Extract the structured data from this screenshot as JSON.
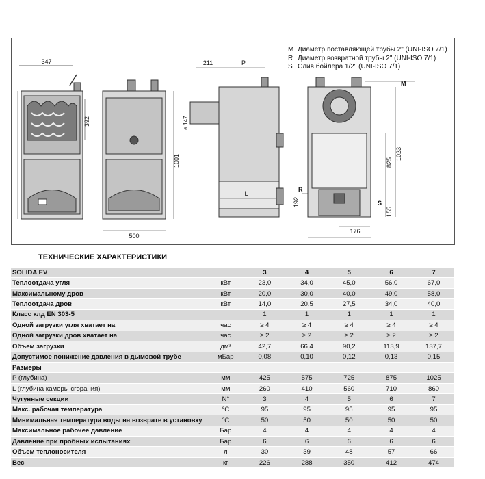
{
  "legend": [
    {
      "key": "M",
      "text": "Диаметр поставляющей трубы 2\" (UNI-ISO 7/1)"
    },
    {
      "key": "R",
      "text": "Диаметр возвратной трубы 2\" (UNI-ISO 7/1)"
    },
    {
      "key": "S",
      "text": "Слив бойлера 1/2\" (UNI-ISO 7/1)"
    }
  ],
  "dimensions": {
    "width_top": "347",
    "door_height": "392",
    "total_height": "1001",
    "base_width": "500",
    "flue_offset": "211",
    "depth_label": "P",
    "flue_diam": "ø 147",
    "chamber_label": "L",
    "return_height": "192",
    "label_r": "R",
    "label_m": "M",
    "label_s": "S",
    "height_825": "825",
    "height_1023": "1023",
    "height_155": "155",
    "width_176": "176"
  },
  "table": {
    "title": "ТЕХНИЧЕСКИЕ ХАРАКТЕРИСТИКИ",
    "header": {
      "name": "SOLIDA EV",
      "unit": "",
      "values": [
        "3",
        "4",
        "5",
        "6",
        "7"
      ]
    },
    "rows": [
      {
        "name": "Теплоотдача угля",
        "unit": "кВт",
        "values": [
          "23,0",
          "34,0",
          "45,0",
          "56,0",
          "67,0"
        ]
      },
      {
        "name": "Максимальному дров",
        "unit": "кВт",
        "values": [
          "20,0",
          "30,0",
          "40,0",
          "49,0",
          "58,0"
        ]
      },
      {
        "name": "Теплоотдача дров",
        "unit": "кВт",
        "values": [
          "14,0",
          "20,5",
          "27,5",
          "34,0",
          "40,0"
        ]
      },
      {
        "name": "Класс клд EN 303-5",
        "unit": "",
        "values": [
          "1",
          "1",
          "1",
          "1",
          "1"
        ]
      },
      {
        "name": "Одной загрузки угля хватает на",
        "unit": "час",
        "values": [
          "≥ 4",
          "≥ 4",
          "≥ 4",
          "≥ 4",
          "≥ 4"
        ]
      },
      {
        "name": "Одной загрузки дров хватает на",
        "unit": "час",
        "values": [
          "≥ 2",
          "≥ 2",
          "≥ 2",
          "≥ 2",
          "≥ 2"
        ]
      },
      {
        "name": "Объем загрузки",
        "unit": "дм³",
        "values": [
          "42,7",
          "66,4",
          "90,2",
          "113,9",
          "137,7"
        ]
      },
      {
        "name": "Допустимое понижение давления в дымовой трубе",
        "unit": "мБар",
        "values": [
          "0,08",
          "0,10",
          "0,12",
          "0,13",
          "0,15"
        ]
      },
      {
        "name": "Размеры",
        "unit": "",
        "values": [
          "",
          "",
          "",
          "",
          ""
        ]
      },
      {
        "name": "P (глубина)",
        "unit": "мм",
        "values": [
          "425",
          "575",
          "725",
          "875",
          "1025"
        ],
        "plain": true
      },
      {
        "name": "L (глубина камеры сгорания)",
        "unit": "мм",
        "values": [
          "260",
          "410",
          "560",
          "710",
          "860"
        ],
        "plain": true
      },
      {
        "name": "Чугунные секции",
        "unit": "N°",
        "values": [
          "3",
          "4",
          "5",
          "6",
          "7"
        ]
      },
      {
        "name": "Макс. рабочая температура",
        "unit": "°C",
        "values": [
          "95",
          "95",
          "95",
          "95",
          "95"
        ]
      },
      {
        "name": "Минимальная температура воды на возврате в установку",
        "unit": "°C",
        "values": [
          "50",
          "50",
          "50",
          "50",
          "50"
        ]
      },
      {
        "name": "Максимальное рабочее давление",
        "unit": "Бар",
        "values": [
          "4",
          "4",
          "4",
          "4",
          "4"
        ]
      },
      {
        "name": "Давление при пробных испытаниях",
        "unit": "Бар",
        "values": [
          "6",
          "6",
          "6",
          "6",
          "6"
        ]
      },
      {
        "name": "Объем теплоносителя",
        "unit": "л",
        "values": [
          "30",
          "39",
          "48",
          "57",
          "66"
        ]
      },
      {
        "name": "Вес",
        "unit": "кг",
        "values": [
          "226",
          "288",
          "350",
          "412",
          "474"
        ]
      }
    ]
  }
}
